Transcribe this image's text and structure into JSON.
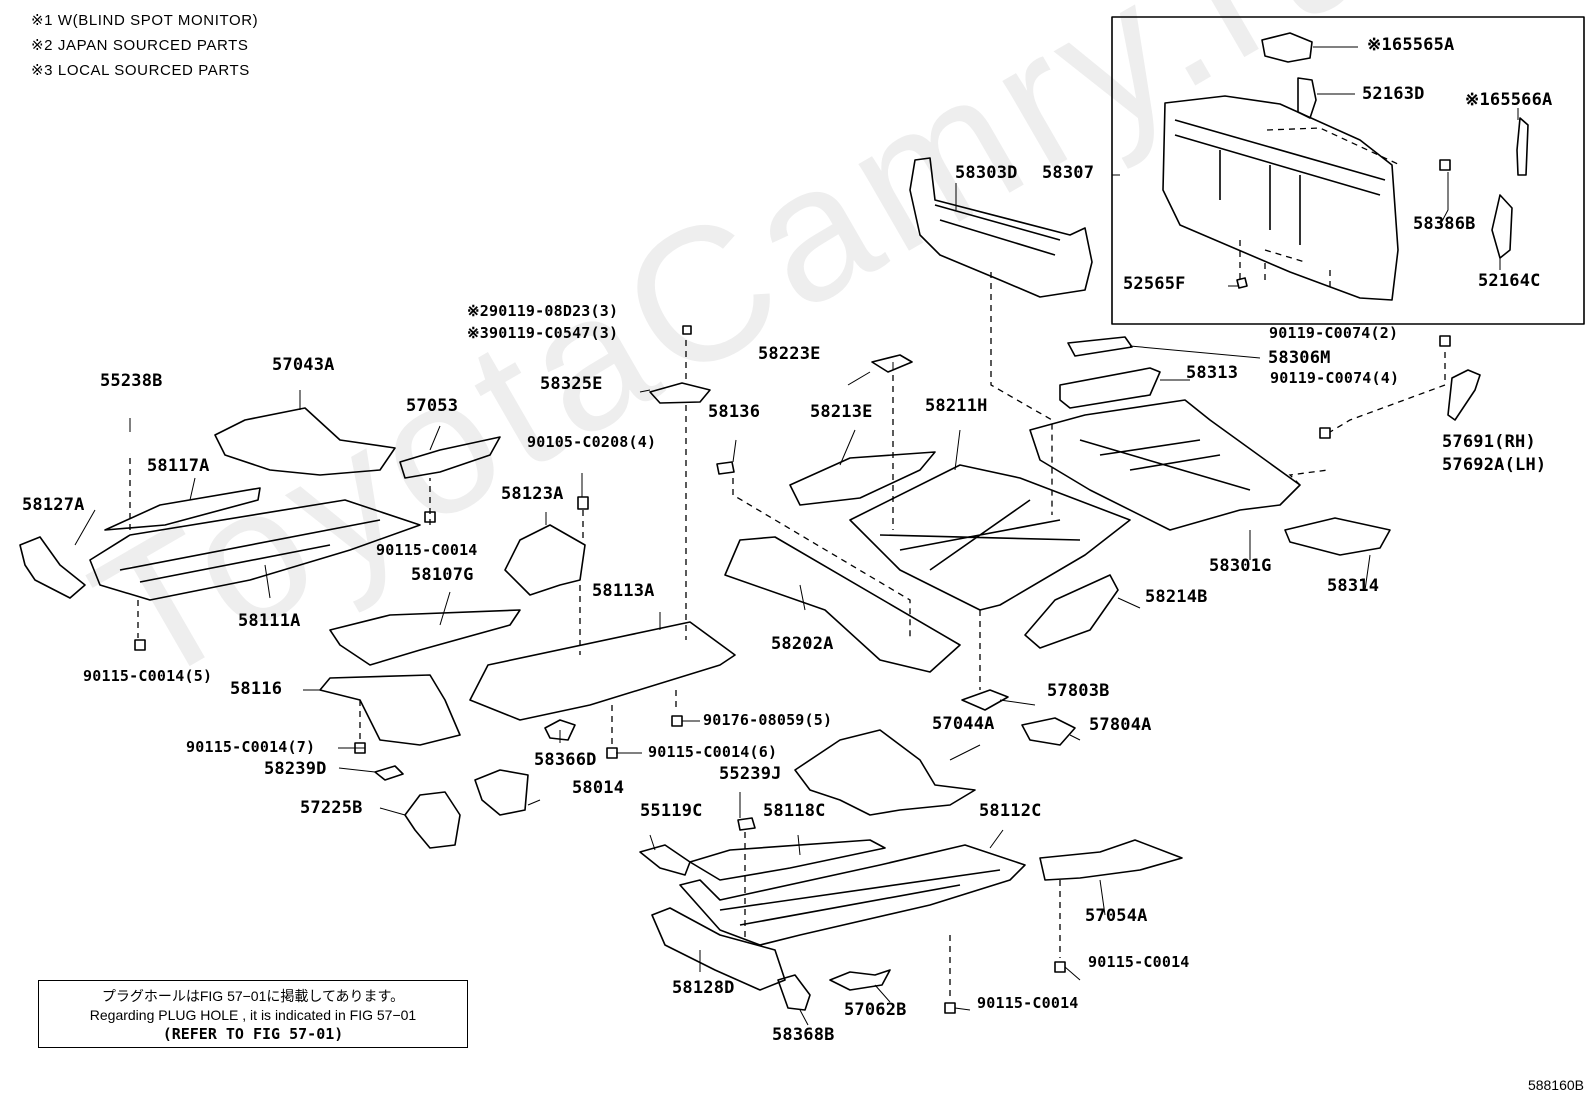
{
  "notes": [
    "※1 W(BLIND SPOT MONITOR)",
    "※2 JAPAN SOURCED PARTS",
    "※3 LOCAL SOURCED PARTS"
  ],
  "watermark": "ToyotaCamry.ru",
  "diagram_code": "588160B",
  "reference_box": {
    "line1": "プラグホールはFIG 57−01に掲載してあります。",
    "line2": "Regarding PLUG HOLE , it is indicated in FIG 57−01",
    "line3": "(REFER TO FIG 57-01)"
  },
  "part_labels": {
    "p65565A": "※165565A",
    "p52163D": "52163D",
    "p65566A": "※165566A",
    "p58303D": "58303D",
    "p58307": "58307",
    "p58386B": "58386B",
    "p52565F": "52565F",
    "p52164C": "52164C",
    "p90119_08D23": "※290119-08D23(3)",
    "p90119_C0547": "※390119-C0547(3)",
    "p90119_C0074_2": "90119-C0074(2)",
    "p58306M": "58306M",
    "p58313": "58313",
    "p90119_C0074_4": "90119-C0074(4)",
    "p58223E": "58223E",
    "p58325E": "58325E",
    "p55238B": "55238B",
    "p57043A": "57043A",
    "p57053": "57053",
    "p58136": "58136",
    "p58213E": "58213E",
    "p58211H": "58211H",
    "p58117A": "58117A",
    "p90105_C0208": "90105-C0208(4)",
    "p57691RH": "57691(RH)",
    "p57692ALH": "57692A(LH)",
    "p58127A": "58127A",
    "p58123A": "58123A",
    "p90115_C0014_a": "90115-C0014",
    "p58107G": "58107G",
    "p58113A": "58113A",
    "p58301G": "58301G",
    "p58314": "58314",
    "p58214B": "58214B",
    "p58111A": "58111A",
    "p58202A": "58202A",
    "p90115_C0014_5": "90115-C0014(5)",
    "p58116": "58116",
    "p57803B": "57803B",
    "p90176_08059": "90176-08059(5)",
    "p57044A": "57044A",
    "p57804A": "57804A",
    "p90115_C0014_7": "90115-C0014(7)",
    "p90115_C0014_6": "90115-C0014(6)",
    "p58366D": "58366D",
    "p58239D": "58239D",
    "p55239J": "55239J",
    "p58014": "58014",
    "p57225B": "57225B",
    "p55119C": "55119C",
    "p58118C": "58118C",
    "p58112C": "58112C",
    "p57054A": "57054A",
    "p90115_C0014_b": "90115-C0014",
    "p58128D": "58128D",
    "p90115_C0014_c": "90115-C0014",
    "p57062B": "57062B",
    "p58368B": "58368B"
  }
}
